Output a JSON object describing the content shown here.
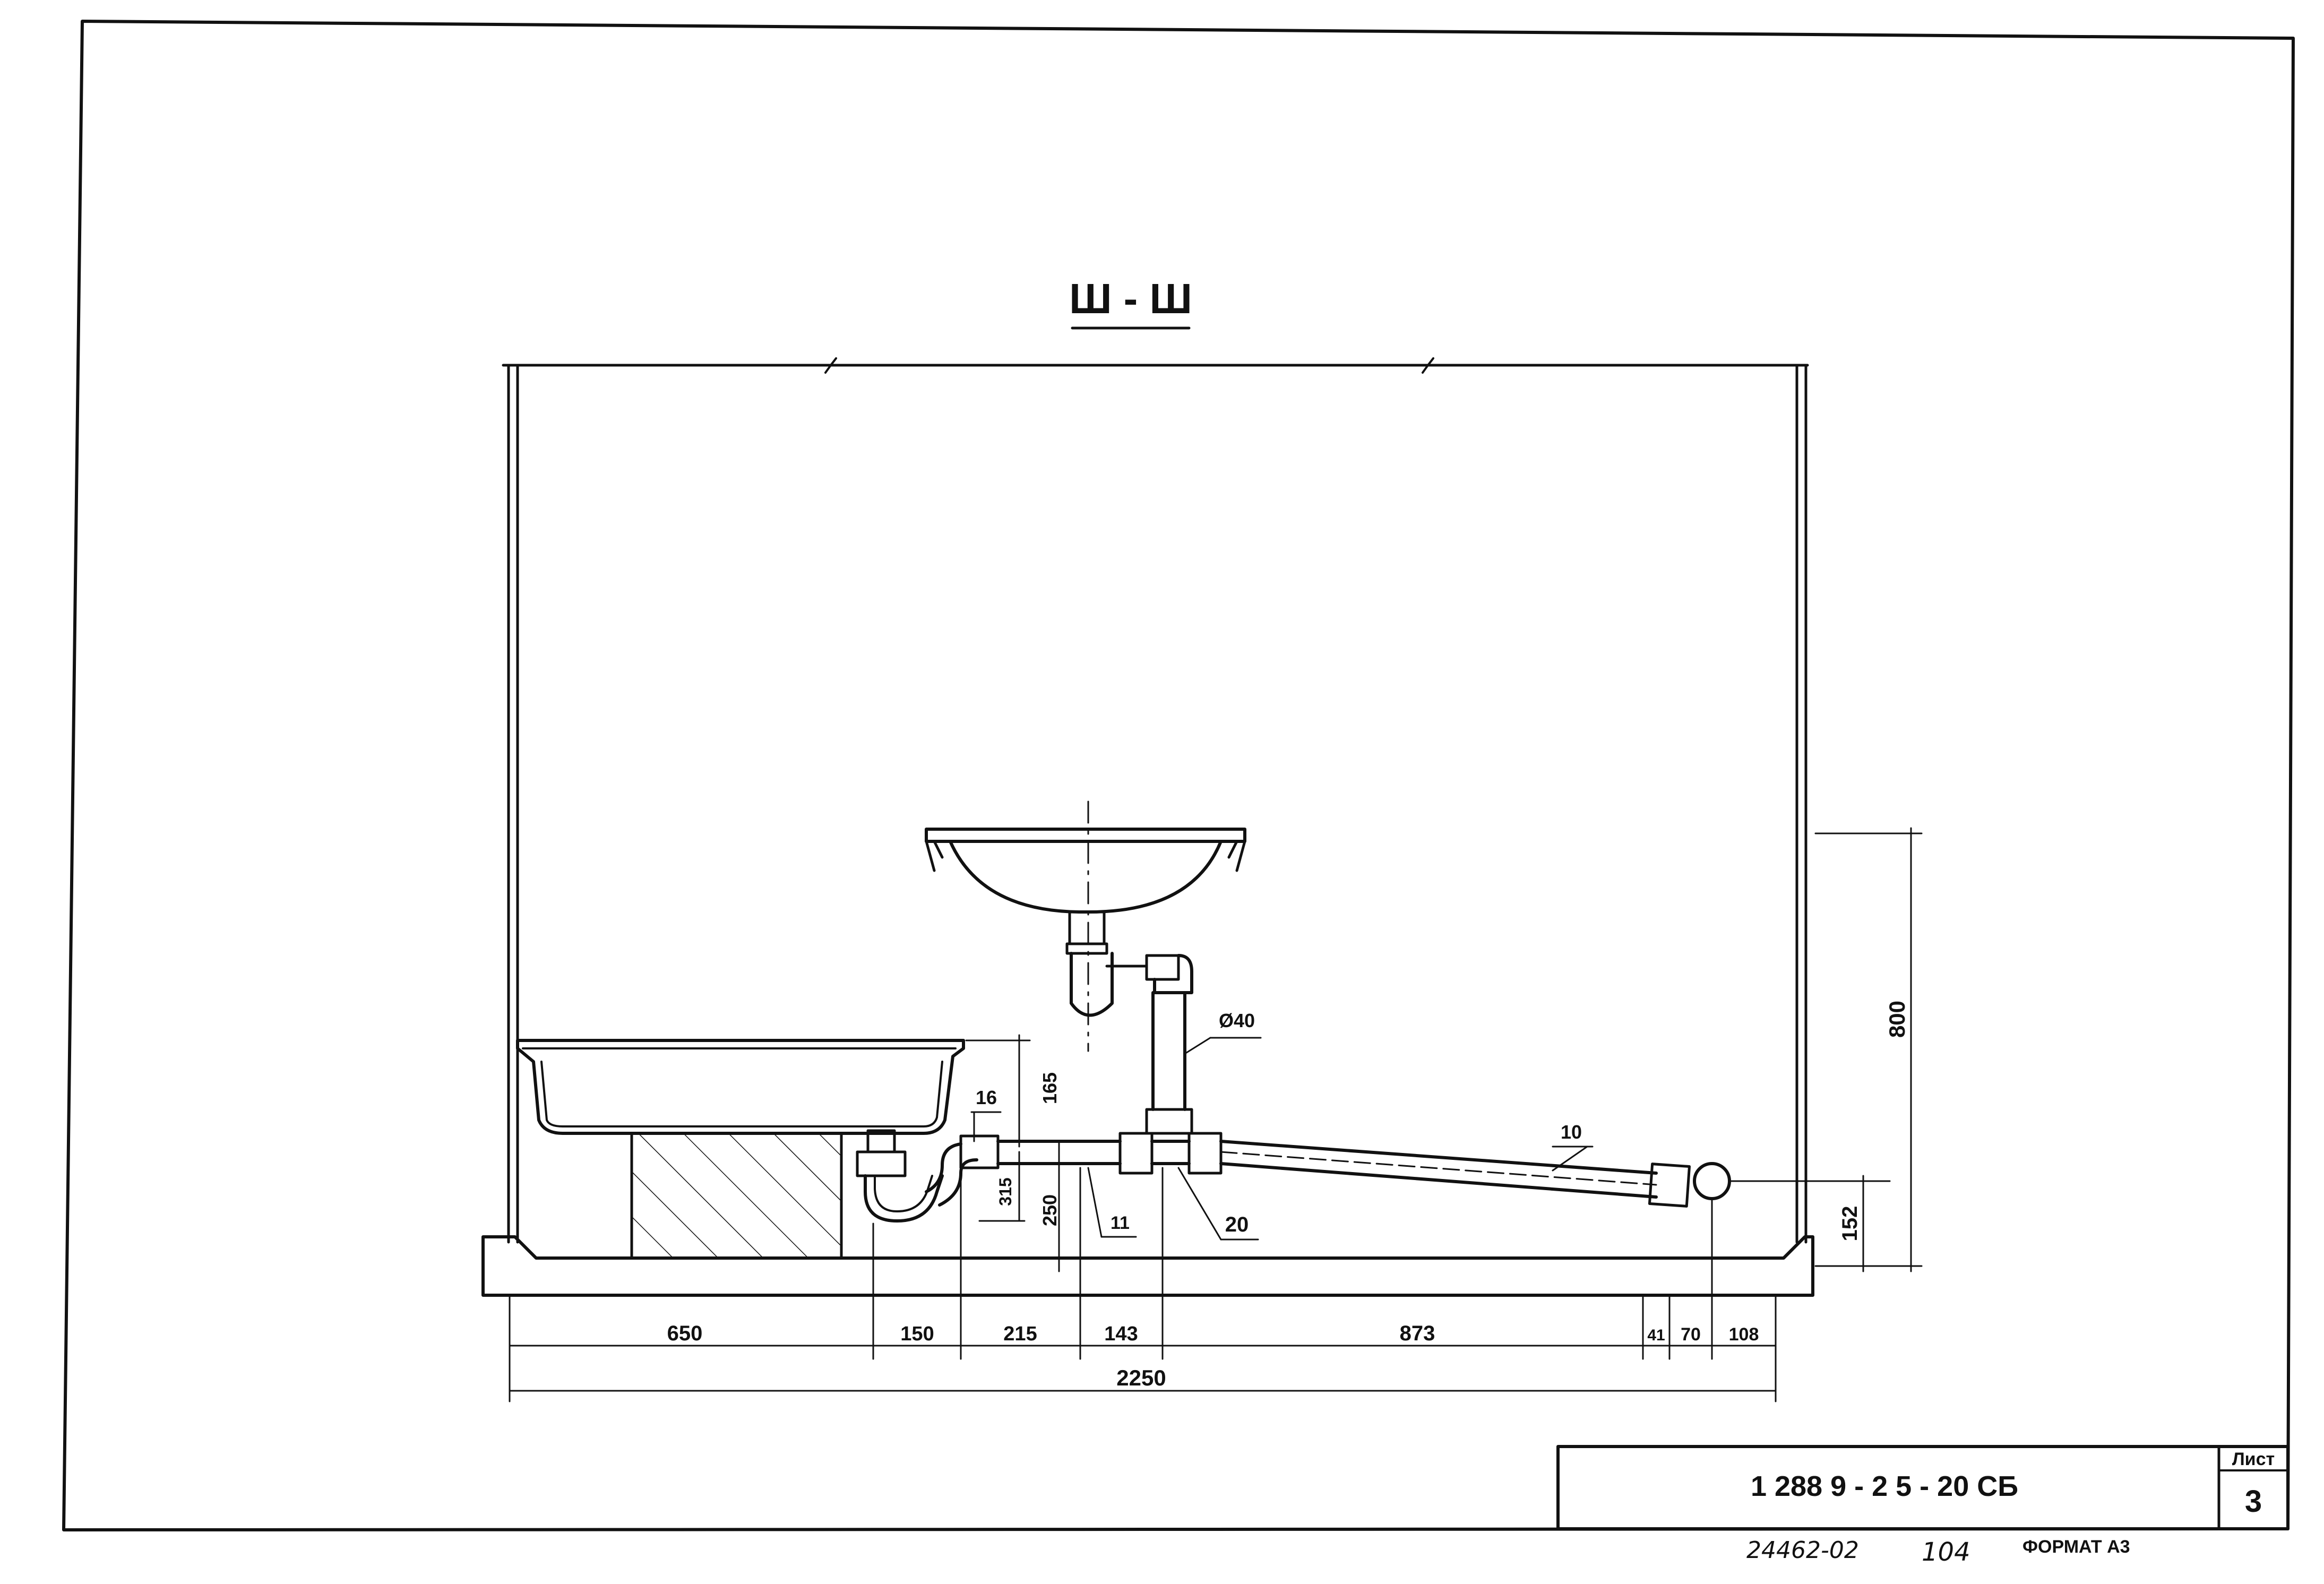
{
  "drawing": {
    "section_title": "Ш - Ш",
    "dimensions": {
      "d650": "650",
      "d150": "150",
      "d215": "215",
      "d143": "143",
      "d873": "873",
      "d41": "41",
      "d70": "70",
      "d108": "108",
      "d2250": "2250",
      "d800": "800",
      "d152": "152",
      "d165": "165",
      "d250": "250",
      "d315": "315"
    },
    "callouts": {
      "c16": "16",
      "c10": "10",
      "c11": "11",
      "c20": "20",
      "pipe_diameter": "Ø40"
    }
  },
  "title_block": {
    "designation": "1 288 9 - 2 5 - 20  СБ",
    "sheet_label": "Лист",
    "sheet_number": "3"
  },
  "footer": {
    "inventory_number": "24462-02",
    "page_number": "104",
    "format": "ФОРМАТ А3"
  }
}
